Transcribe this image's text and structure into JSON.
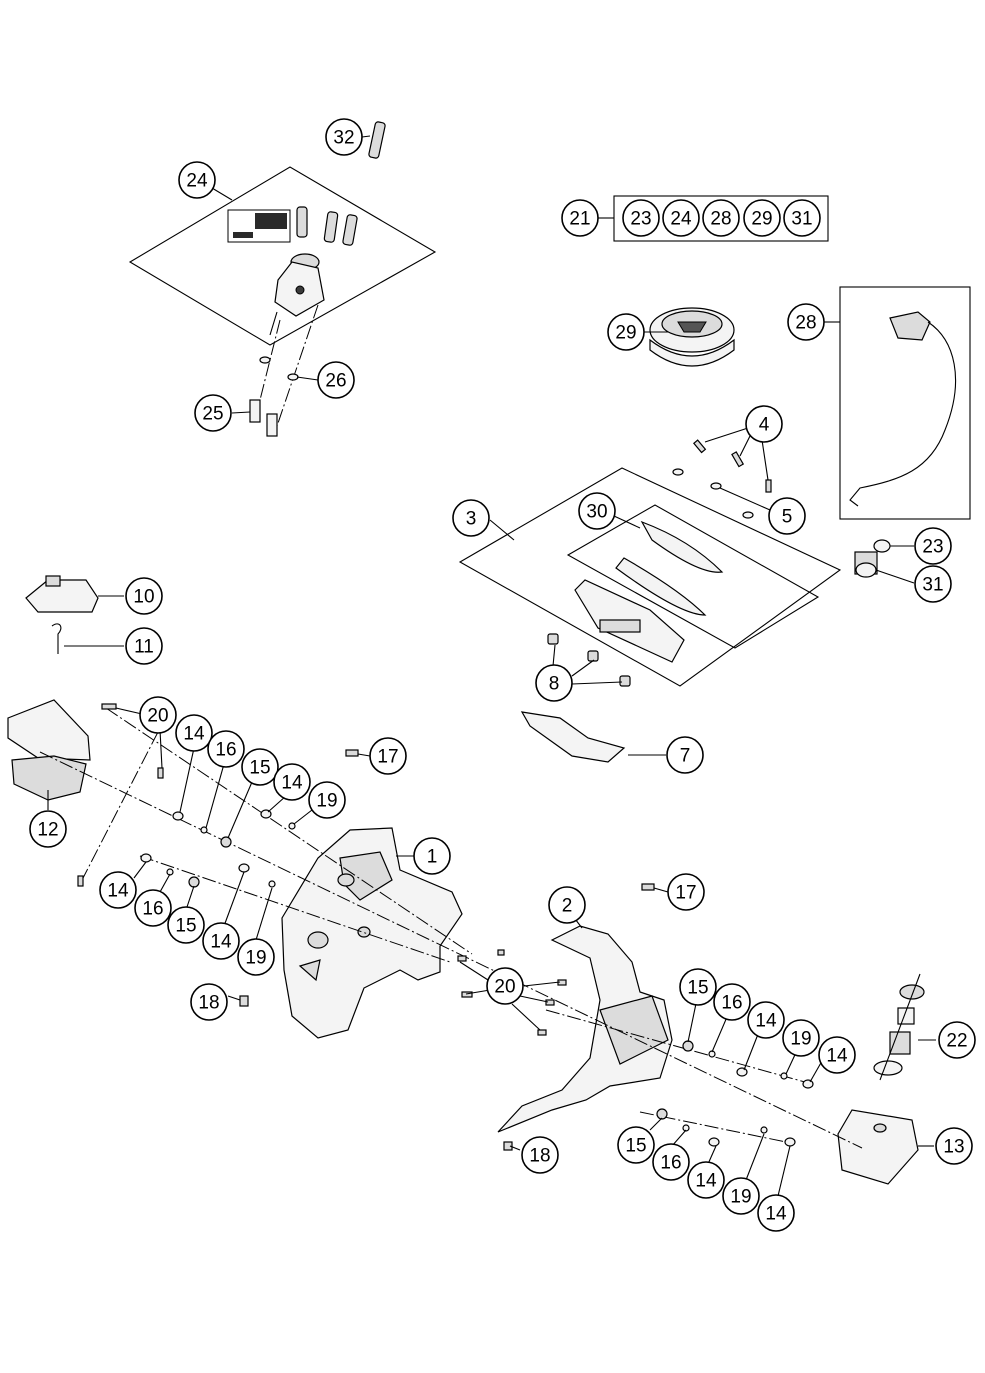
{
  "callouts": [
    {
      "id": "c32",
      "label": "32"
    },
    {
      "id": "c24a",
      "label": "24"
    },
    {
      "id": "c21",
      "label": "21"
    },
    {
      "id": "c23a",
      "label": "23"
    },
    {
      "id": "c24b",
      "label": "24"
    },
    {
      "id": "c28a",
      "label": "28"
    },
    {
      "id": "c29a",
      "label": "29"
    },
    {
      "id": "c31a",
      "label": "31"
    },
    {
      "id": "c29b",
      "label": "29"
    },
    {
      "id": "c28b",
      "label": "28"
    },
    {
      "id": "c26",
      "label": "26"
    },
    {
      "id": "c25",
      "label": "25"
    },
    {
      "id": "c4",
      "label": "4"
    },
    {
      "id": "c5",
      "label": "5"
    },
    {
      "id": "c3",
      "label": "3"
    },
    {
      "id": "c30",
      "label": "30"
    },
    {
      "id": "c23b",
      "label": "23"
    },
    {
      "id": "c31b",
      "label": "31"
    },
    {
      "id": "c10",
      "label": "10"
    },
    {
      "id": "c11",
      "label": "11"
    },
    {
      "id": "c8",
      "label": "8"
    },
    {
      "id": "c20a",
      "label": "20"
    },
    {
      "id": "c7",
      "label": "7"
    },
    {
      "id": "c14a",
      "label": "14"
    },
    {
      "id": "c16a",
      "label": "16"
    },
    {
      "id": "c17a",
      "label": "17"
    },
    {
      "id": "c15a",
      "label": "15"
    },
    {
      "id": "c14b",
      "label": "14"
    },
    {
      "id": "c19a",
      "label": "19"
    },
    {
      "id": "c12",
      "label": "12"
    },
    {
      "id": "c1",
      "label": "1"
    },
    {
      "id": "c14c",
      "label": "14"
    },
    {
      "id": "c16b",
      "label": "16"
    },
    {
      "id": "c15b",
      "label": "15"
    },
    {
      "id": "c14d",
      "label": "14"
    },
    {
      "id": "c19b",
      "label": "19"
    },
    {
      "id": "c2",
      "label": "2"
    },
    {
      "id": "c17b",
      "label": "17"
    },
    {
      "id": "c20b",
      "label": "20"
    },
    {
      "id": "c18a",
      "label": "18"
    },
    {
      "id": "c15c",
      "label": "15"
    },
    {
      "id": "c16c",
      "label": "16"
    },
    {
      "id": "c14e",
      "label": "14"
    },
    {
      "id": "c19c",
      "label": "19"
    },
    {
      "id": "c14f",
      "label": "14"
    },
    {
      "id": "c22",
      "label": "22"
    },
    {
      "id": "c13",
      "label": "13"
    },
    {
      "id": "c18b",
      "label": "18"
    },
    {
      "id": "c15d",
      "label": "15"
    },
    {
      "id": "c16d",
      "label": "16"
    },
    {
      "id": "c14g",
      "label": "14"
    },
    {
      "id": "c19d",
      "label": "19"
    },
    {
      "id": "c14h",
      "label": "14"
    }
  ]
}
